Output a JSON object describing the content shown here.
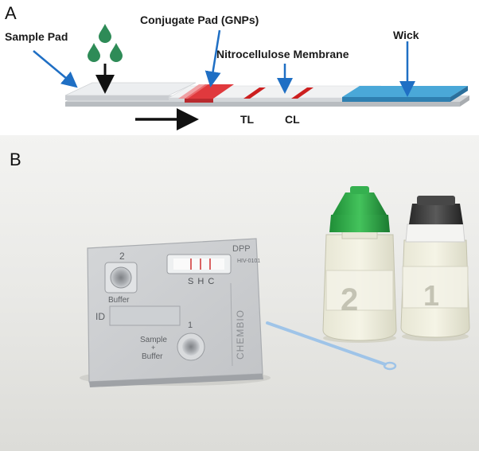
{
  "panel_a": {
    "letter": "A",
    "labels": {
      "sample_pad": "Sample Pad",
      "conjugate_pad": "Conjugate Pad (GNPs)",
      "nitrocellulose": "Nitrocellulose Membrane",
      "wick": "Wick",
      "test_line": "TL",
      "control_line": "CL"
    },
    "colors": {
      "arrow_blue": "#1f6fc4",
      "drop_green": "#2e8b57",
      "conjugate_red": "#e0393d",
      "line_red": "#cc1f1f",
      "wick_blue": "#4aa8d8",
      "strip_gray": "#e4e6e8"
    }
  },
  "panel_b": {
    "letter": "B",
    "device": {
      "well_2_number": "2",
      "well_2_label": "Buffer",
      "window_letters": "S H C",
      "brand_top": "DPP",
      "brand_sub": "HIV-0101",
      "id_label": "ID",
      "well_1_number": "1",
      "well_1_label_line1": "Sample",
      "well_1_label_line2": "+",
      "well_1_label_line3": "Buffer",
      "vertical_brand": "CHEMBIO"
    },
    "bottles": {
      "left_number": "2",
      "right_number": "1",
      "left_cap_color": "#2fb34a",
      "right_cap_color": "#3a3a3a"
    }
  }
}
